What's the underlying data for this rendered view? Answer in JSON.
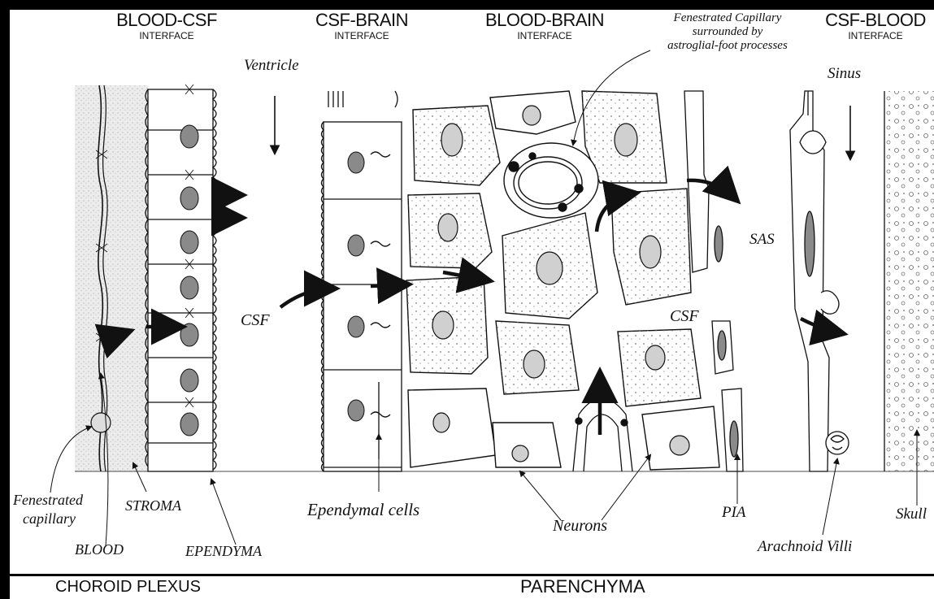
{
  "headers": {
    "blood_csf": {
      "title": "BLOOD-CSF",
      "sub": "INTERFACE"
    },
    "csf_brain": {
      "title": "CSF-BRAIN",
      "sub": "INTERFACE"
    },
    "blood_brain": {
      "title": "BLOOD-BRAIN",
      "sub": "INTERFACE"
    },
    "csf_blood": {
      "title": "CSF-BLOOD",
      "sub": "INTERFACE"
    }
  },
  "labels": {
    "fenestrated_note_1": "Fenestrated Capillary",
    "fenestrated_note_2": "surrounded by",
    "fenestrated_note_3": "astroglial-foot processes",
    "ventricle": "Ventricle",
    "sinus": "Sinus",
    "csf_left": "CSF",
    "csf_right": "CSF",
    "sas": "SAS",
    "fenestrated_capillary_1": "Fenestrated",
    "fenestrated_capillary_2": "capillary",
    "stroma": "STROMA",
    "blood": "BLOOD",
    "ependyma": "EPENDYMA",
    "ependymal_cells": "Ependymal cells",
    "neurons": "Neurons",
    "pia": "PIA",
    "arachnoid_villi": "Arachnoid Villi",
    "skull": "Skull"
  },
  "footer": {
    "choroid_plexus": "CHOROID PLEXUS",
    "parenchyma": "PARENCHYMA"
  },
  "colors": {
    "ink": "#111111",
    "stipple": "#d9d9d9",
    "nucleus": "#8a8a8a"
  }
}
